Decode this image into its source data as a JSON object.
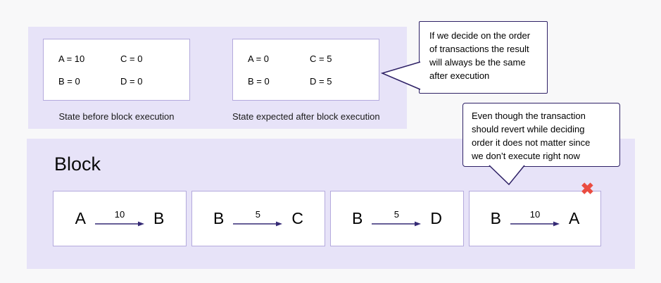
{
  "states": {
    "before": {
      "a": "A = 10",
      "c": "C = 0",
      "b": "B = 0",
      "d": "D = 0",
      "caption": "State before block execution"
    },
    "after": {
      "a": "A = 0",
      "c": "C = 5",
      "b": "B = 0",
      "d": "D = 5",
      "caption": "State expected after block execution"
    }
  },
  "bubbles": {
    "order": "If we decide on the order\nof transactions the result\nwill always be the same\nafter execution",
    "revert": "Even though the transaction\nshould revert while deciding\norder it does not matter since\nwe don’t execute right now"
  },
  "block": {
    "label": "Block",
    "transactions": [
      {
        "from": "A",
        "amount": "10",
        "to": "B",
        "rejected": false
      },
      {
        "from": "B",
        "amount": "5",
        "to": "C",
        "rejected": false
      },
      {
        "from": "B",
        "amount": "5",
        "to": "D",
        "rejected": false
      },
      {
        "from": "B",
        "amount": "10",
        "to": "A",
        "rejected": true
      }
    ],
    "reject_icon": "✖"
  },
  "colors": {
    "page_background": "#f8f8f9",
    "panel_background": "#e7e3f8",
    "box_border": "#b4aadd",
    "bubble_border": "#2e2166",
    "arrow": "#352a75",
    "reject_x": "#ea4c41"
  }
}
